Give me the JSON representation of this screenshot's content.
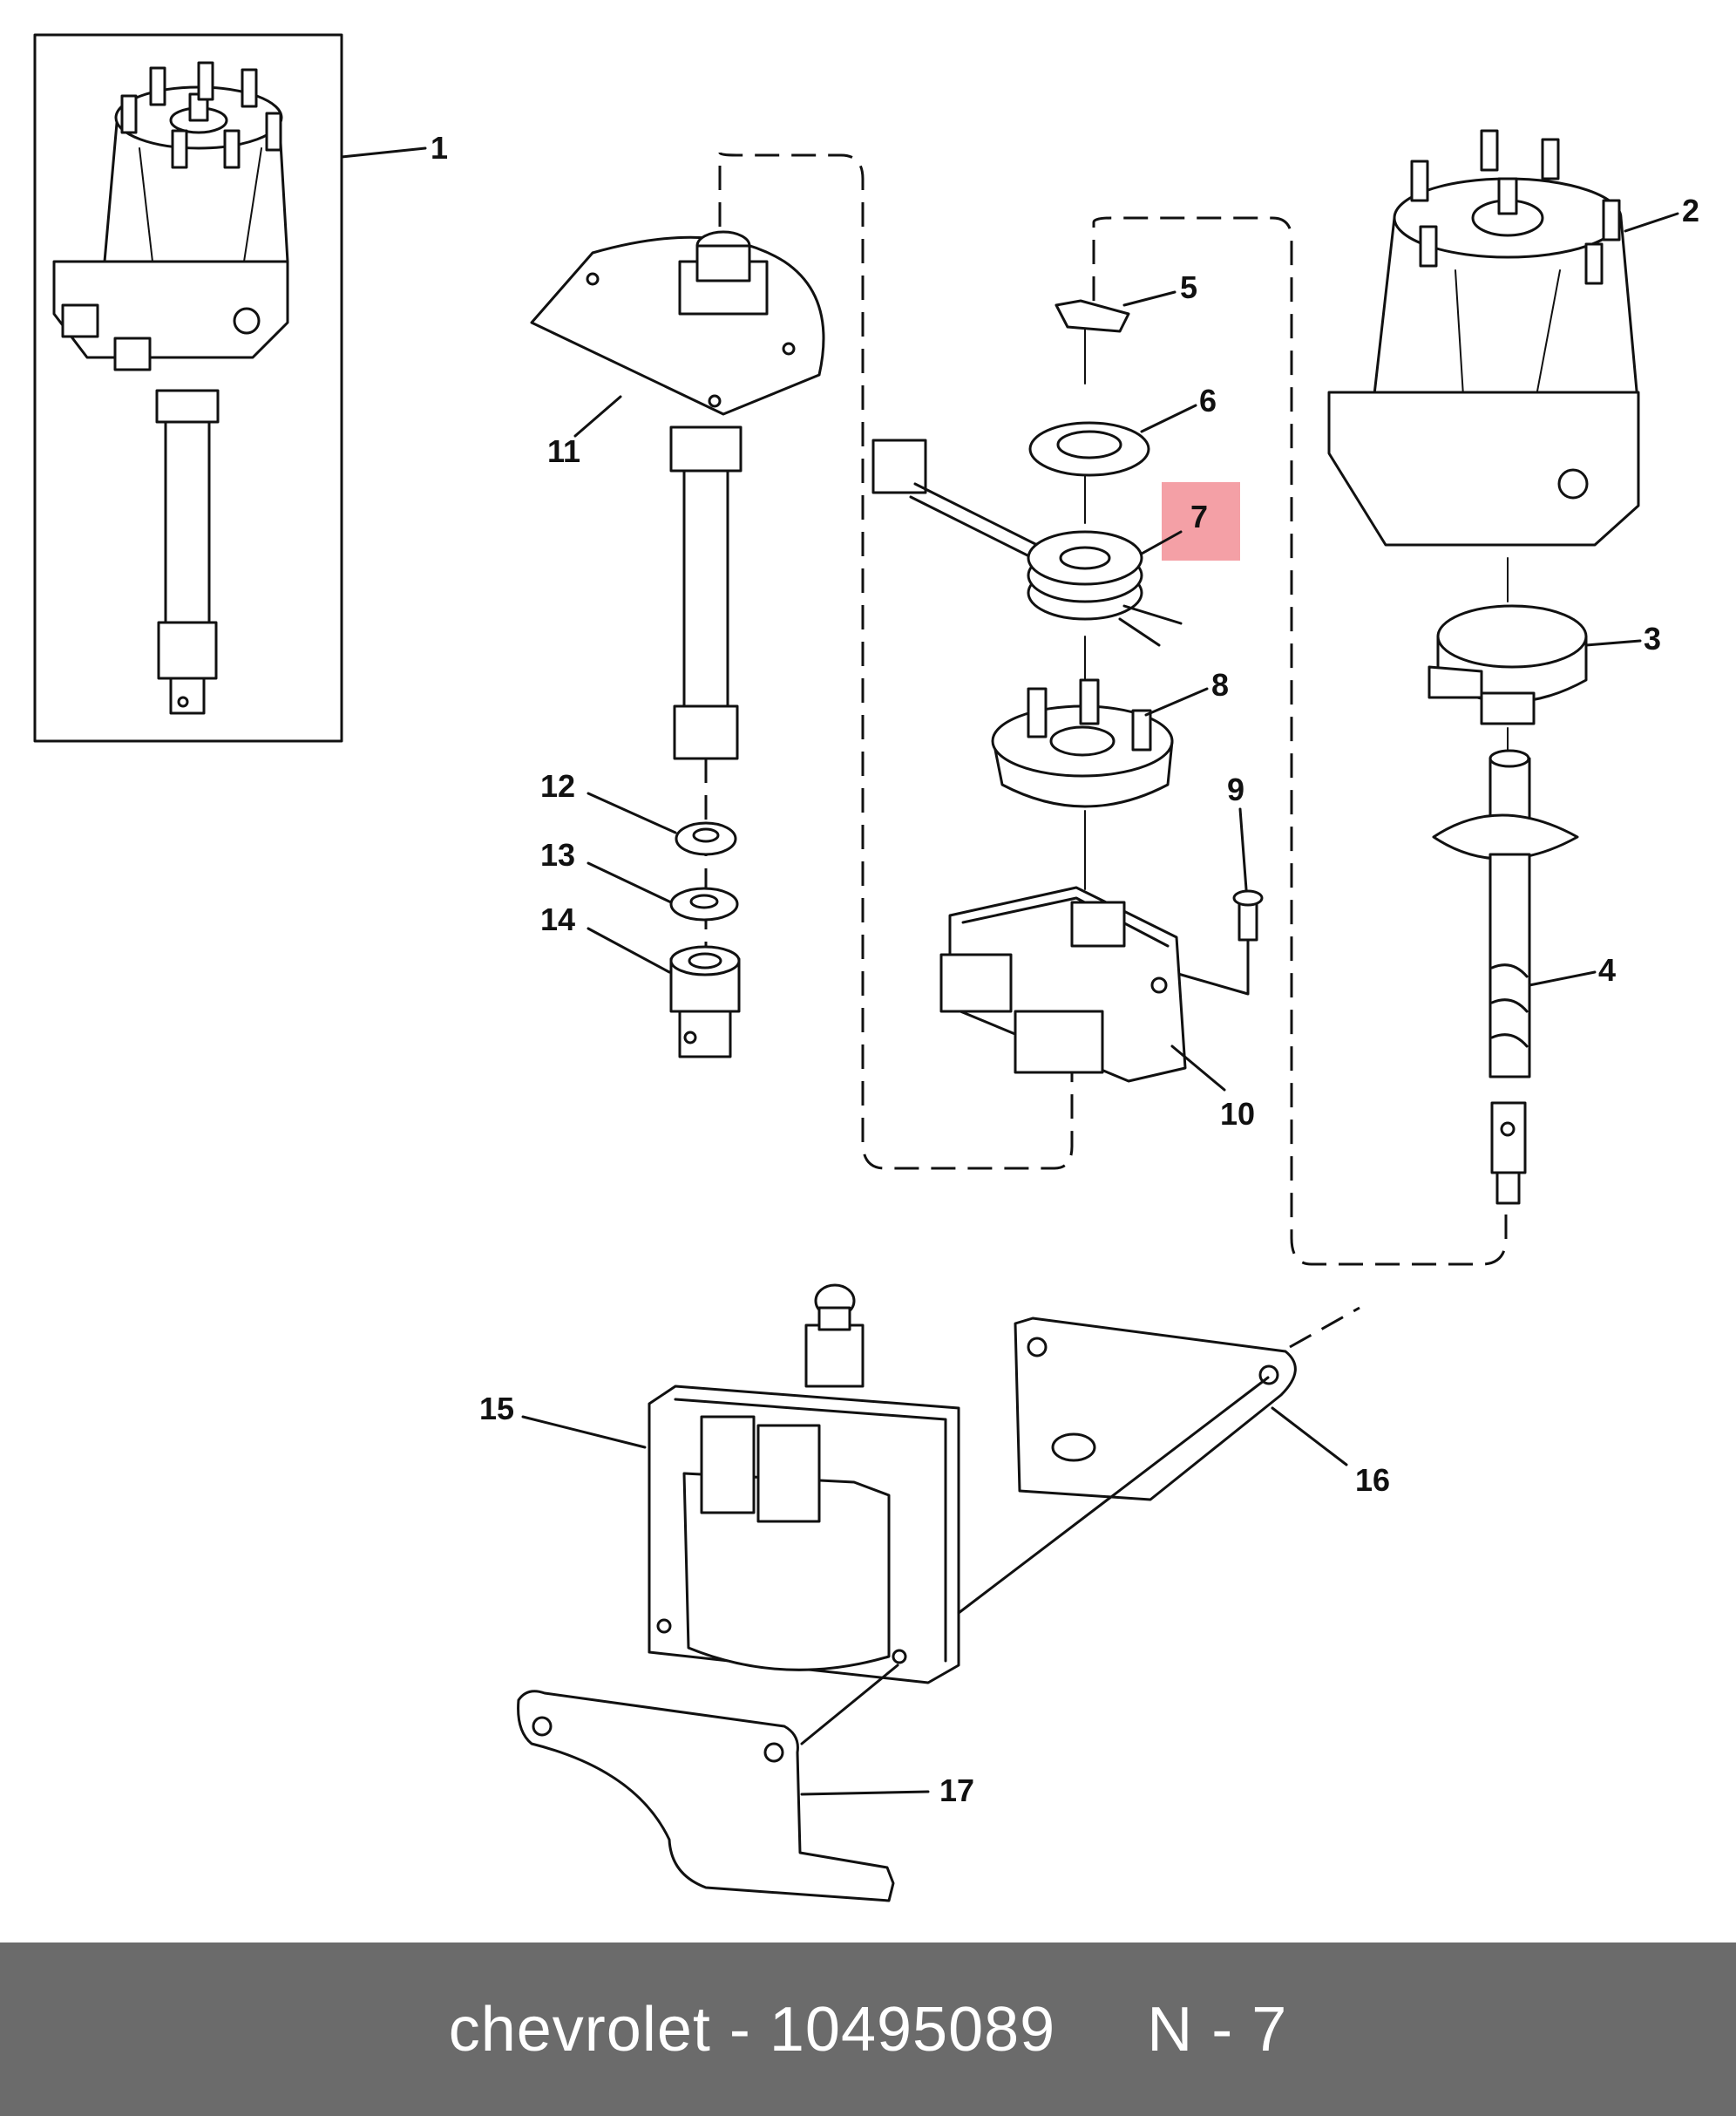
{
  "diagram": {
    "callouts": [
      "1",
      "2",
      "3",
      "4",
      "5",
      "6",
      "7",
      "8",
      "9",
      "10",
      "11",
      "12",
      "13",
      "14",
      "15",
      "16",
      "17"
    ],
    "highlight_color": "#f4a0a6"
  },
  "footer": {
    "brand": "chevrolet",
    "separator": " - ",
    "part_number": "10495089",
    "position_text": "N - 7",
    "background": "#6b6b6b"
  }
}
